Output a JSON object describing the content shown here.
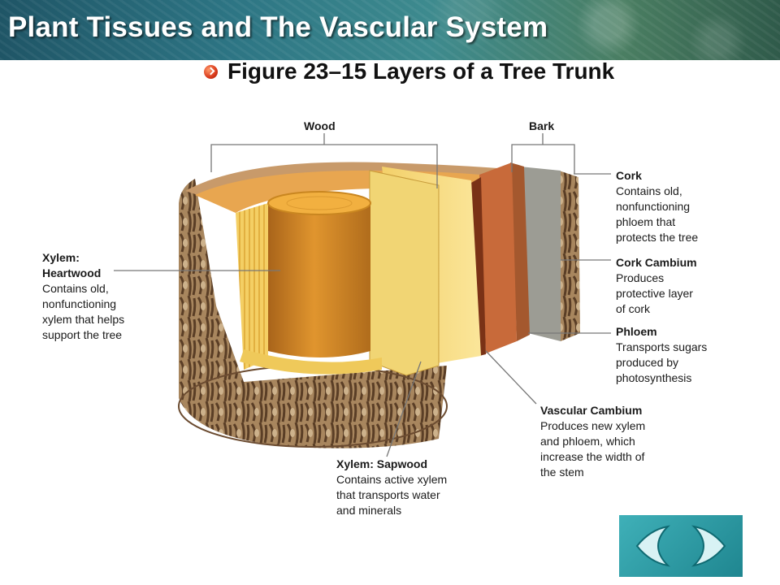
{
  "header": {
    "title": "Plant Tissues and The Vascular System"
  },
  "figure": {
    "title": "Figure 23–15 Layers of a Tree Trunk"
  },
  "brackets": {
    "wood": "Wood",
    "bark": "Bark"
  },
  "labels": {
    "cork": {
      "title": "Cork",
      "lines": [
        "Contains old,",
        "nonfunctioning",
        "phloem that",
        "protects the tree"
      ]
    },
    "cork_cambium": {
      "title": "Cork Cambium",
      "lines": [
        "Produces",
        "protective layer",
        "of cork"
      ]
    },
    "phloem": {
      "title": "Phloem",
      "lines": [
        "Transports sugars",
        "produced by",
        "photosynthesis"
      ]
    },
    "vascular_cambium": {
      "title": "Vascular Cambium",
      "lines": [
        "Produces new xylem",
        "and phloem, which",
        "increase the width of",
        "the stem"
      ]
    },
    "sapwood": {
      "title": "Xylem: Sapwood",
      "lines": [
        "Contains active xylem",
        "that transports water",
        "and minerals"
      ]
    },
    "heartwood": {
      "title_lines": [
        "Xylem:",
        "Heartwood"
      ],
      "lines": [
        "Contains old,",
        "nonfunctioning",
        "xylem that helps",
        "support the tree"
      ]
    }
  },
  "nav": {
    "prev_icon": "chevron-left-icon",
    "next_icon": "chevron-right-icon",
    "accent": "#2a9aa3"
  }
}
